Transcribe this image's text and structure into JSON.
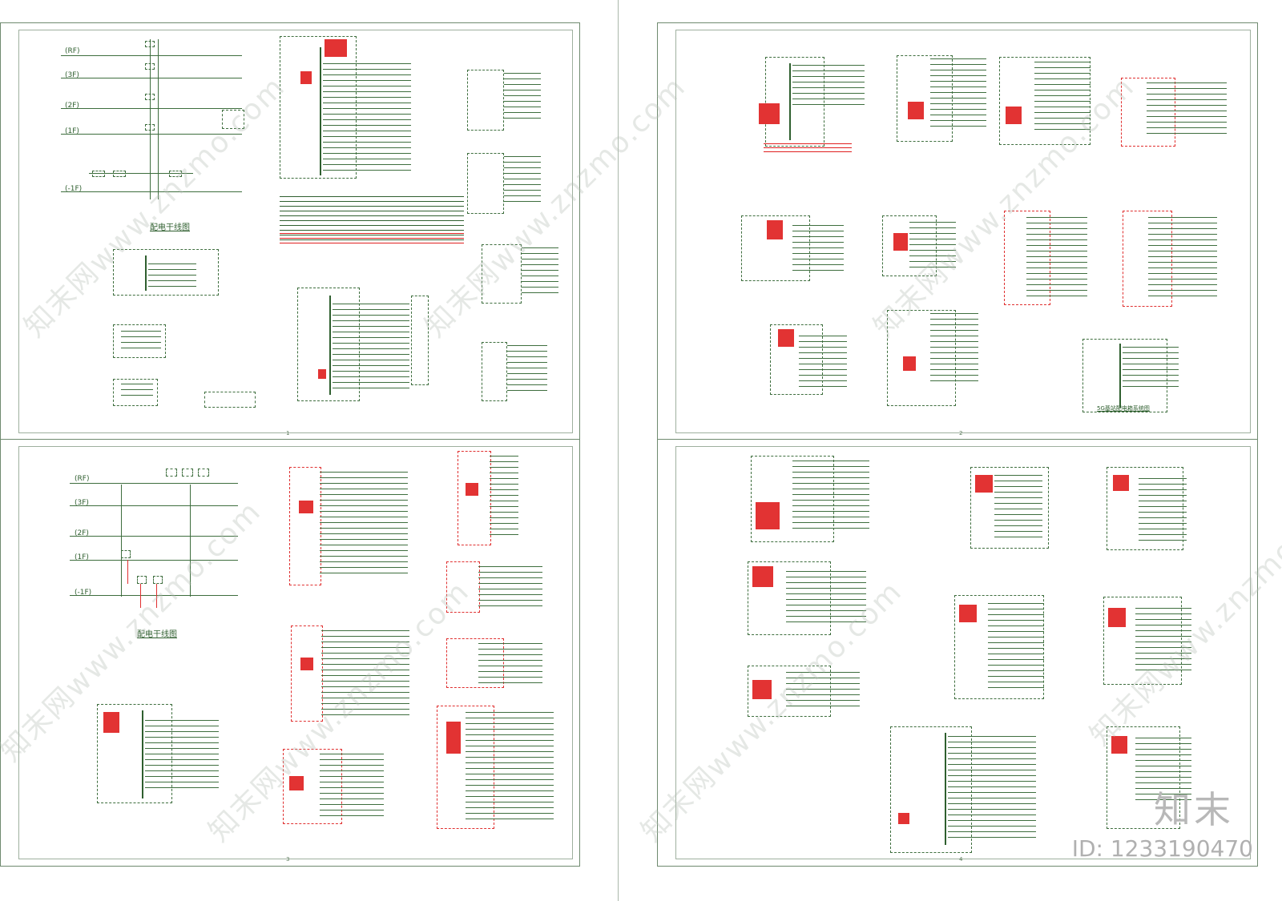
{
  "sheets": [
    {
      "id": "sheet-top-left",
      "page": "1"
    },
    {
      "id": "sheet-top-right",
      "page": "2"
    },
    {
      "id": "sheet-bottom-left",
      "page": "3"
    },
    {
      "id": "sheet-bottom-right",
      "page": "4"
    }
  ],
  "floors": [
    "(RF)",
    "(3F)",
    "(2F)",
    "(1F)",
    "(-1F)"
  ],
  "riser_top": {
    "title": "配电干线图"
  },
  "riser_bottom": {
    "title": "配电干线图"
  },
  "labels": {
    "tag_5g": "5G基站配电箱系统图"
  },
  "watermark": {
    "text": "知末网www.znzmo.com"
  },
  "brand": {
    "logo": "知末",
    "id": "ID: 1233190470"
  },
  "colors": {
    "line": "#3e6e3e",
    "accent_red": "#e03030",
    "paper": "#ffffff"
  }
}
